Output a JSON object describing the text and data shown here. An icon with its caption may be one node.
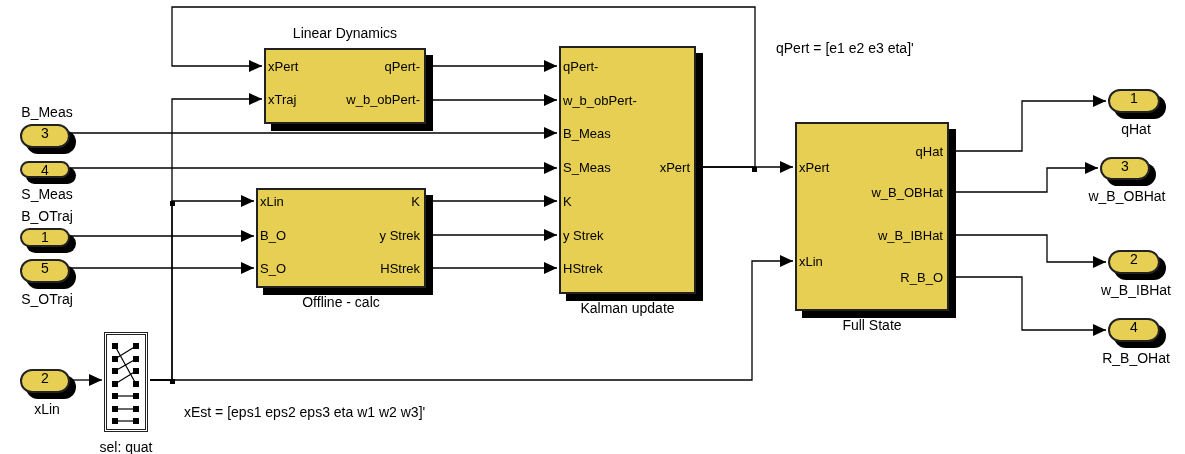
{
  "diagram": {
    "nodes": [
      {
        "text": [
          "Linear Dynamics",
          "xPert",
          "xTraj",
          "qPert-",
          "w_b_obPert-"
        ]
      },
      {
        "text": [
          "Offline - calc",
          "xLin",
          "B_O",
          "S_O",
          "K",
          "y Strek",
          "HStrek"
        ]
      },
      {
        "text": [
          "Kalman update",
          "qPert-",
          "w_b_obPert-",
          "B_Meas",
          "S_Meas",
          "K",
          "y Strek",
          "HStrek",
          "xPert"
        ]
      },
      {
        "text": [
          "Full State",
          "xPert",
          "xLin",
          "qHat",
          "w_B_OBHat",
          "w_B_IBHat",
          "R_B_O"
        ]
      },
      {
        "text": [
          "3"
        ],
        "beside": [
          "B_Meas"
        ]
      },
      {
        "text": [
          "4"
        ],
        "beside": [
          "S_Meas"
        ]
      },
      {
        "text": [
          "1"
        ],
        "beside": [
          "B_OTraj"
        ]
      },
      {
        "text": [
          "5"
        ],
        "beside": [
          "S_OTraj"
        ]
      },
      {
        "text": [
          "2"
        ],
        "beside": [
          "xLin"
        ]
      },
      {
        "text": [
          "sel: quat"
        ]
      },
      {
        "text": [
          "1"
        ],
        "beside": [
          "qHat"
        ]
      },
      {
        "text": [
          "3"
        ],
        "beside": [
          "w_B_OBHat"
        ]
      },
      {
        "text": [
          "2"
        ],
        "beside": [
          "w_B_IBHat"
        ]
      },
      {
        "text": [
          "4"
        ],
        "beside": [
          "R_B_OHat"
        ]
      }
    ],
    "edges": [
      {
        "from": 2,
        "to": 0,
        "arrow": "to"
      },
      {
        "from": 9,
        "to": 0,
        "arrow": "to"
      },
      {
        "from": 0,
        "to": 2,
        "arrow": "to"
      },
      {
        "from": 0,
        "to": 2,
        "arrow": "to"
      },
      {
        "from": 4,
        "to": 2,
        "arrow": "to"
      },
      {
        "from": 5,
        "to": 2,
        "arrow": "to"
      },
      {
        "from": 9,
        "to": 1,
        "arrow": "to"
      },
      {
        "from": 6,
        "to": 1,
        "arrow": "to"
      },
      {
        "from": 7,
        "to": 1,
        "arrow": "to"
      },
      {
        "from": 1,
        "to": 2,
        "arrow": "to"
      },
      {
        "from": 1,
        "to": 2,
        "arrow": "to"
      },
      {
        "from": 1,
        "to": 2,
        "arrow": "to"
      },
      {
        "from": 2,
        "to": 3,
        "arrow": "to"
      },
      {
        "from": 8,
        "to": 9,
        "arrow": "to"
      },
      {
        "from": 9,
        "to": 3,
        "arrow": "to"
      },
      {
        "from": 3,
        "to": 10,
        "arrow": "to"
      },
      {
        "from": 3,
        "to": 11,
        "arrow": "to"
      },
      {
        "from": 3,
        "to": 12,
        "arrow": "to"
      },
      {
        "from": 3,
        "to": 13,
        "arrow": "to"
      }
    ],
    "labels": [
      "qPert = [e1 e2 e3 eta]'",
      "xEst = [eps1 eps2 eps3 eta w1 w2 w3]'"
    ]
  }
}
